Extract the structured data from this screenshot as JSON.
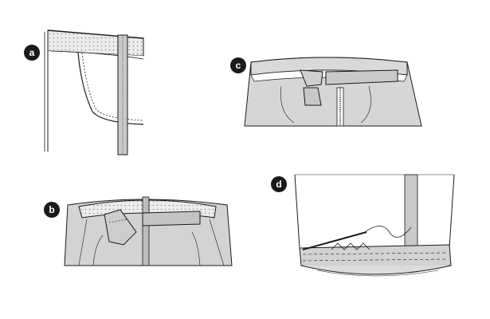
{
  "steps": [
    {
      "label": "a"
    },
    {
      "label": "b"
    },
    {
      "label": "c"
    },
    {
      "label": "d"
    }
  ],
  "colors": {
    "ink": "#1a1a1a",
    "fabric": "#d6d6d6",
    "fabric_dark": "#b9b9b9",
    "lining_dots": "#9a9a9a",
    "paper": "#ffffff"
  }
}
